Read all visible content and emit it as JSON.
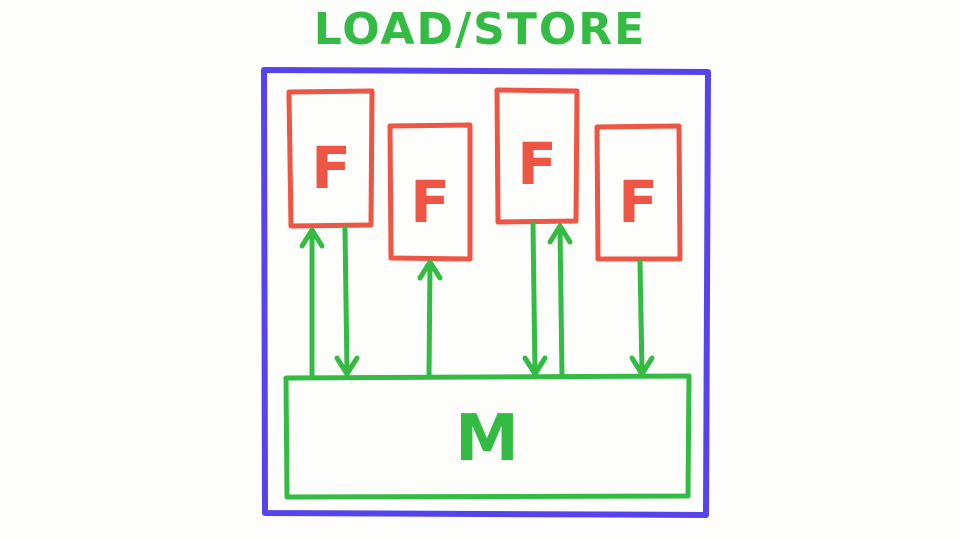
{
  "title": "LOAD/STORE",
  "registers": [
    {
      "label": "F"
    },
    {
      "label": "F"
    },
    {
      "label": "F"
    },
    {
      "label": "F"
    }
  ],
  "memory": {
    "label": "M"
  },
  "colors": {
    "title": "#33bb44",
    "outer_box": "#5544ee",
    "register": "#ee5544",
    "memory": "#33bb44",
    "arrow": "#33bb44",
    "background": "#fdfdfb"
  },
  "arrows": [
    {
      "from": "memory",
      "to": "register-1"
    },
    {
      "from": "register-1",
      "to": "memory"
    },
    {
      "from": "memory",
      "to": "register-2"
    },
    {
      "from": "register-3",
      "to": "memory"
    },
    {
      "from": "memory",
      "to": "register-3"
    },
    {
      "from": "register-4",
      "to": "memory"
    }
  ]
}
